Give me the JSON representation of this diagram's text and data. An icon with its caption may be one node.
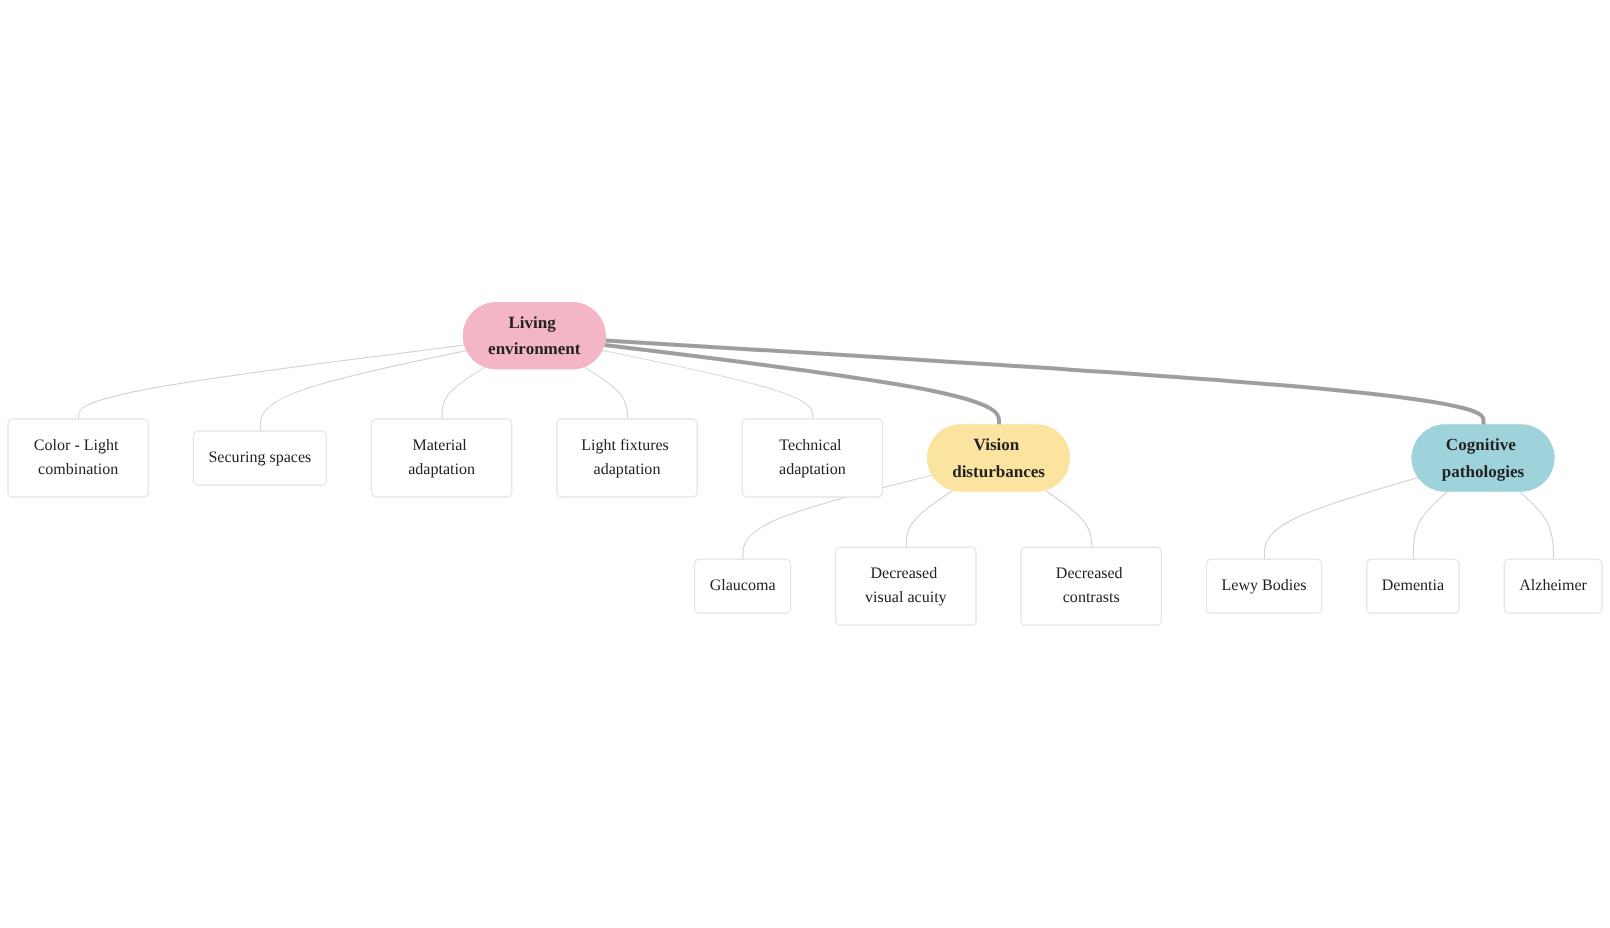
{
  "diagram": {
    "nodes": [
      {
        "text": [
          "Living environment"
        ]
      },
      {
        "text": [
          "Color - Light combination"
        ]
      },
      {
        "text": [
          "Securing spaces"
        ]
      },
      {
        "text": [
          "Material adaptation"
        ]
      },
      {
        "text": [
          "Light fixtures adaptation"
        ]
      },
      {
        "text": [
          "Technical adaptation"
        ]
      },
      {
        "text": [
          "Vision disturbances"
        ]
      },
      {
        "text": [
          "Glaucoma"
        ]
      },
      {
        "text": [
          "Decreased visual acuity"
        ]
      },
      {
        "text": [
          "Decreased contrasts"
        ]
      },
      {
        "text": [
          "Cognitive pathologies"
        ]
      },
      {
        "text": [
          "Lewy Bodies"
        ]
      },
      {
        "text": [
          "Dementia"
        ]
      },
      {
        "text": [
          "Alzheimer"
        ]
      }
    ],
    "edges": [
      {
        "from": 0,
        "to": 1,
        "arrow": "none"
      },
      {
        "from": 0,
        "to": 2,
        "arrow": "none"
      },
      {
        "from": 0,
        "to": 3,
        "arrow": "none"
      },
      {
        "from": 0,
        "to": 4,
        "arrow": "none"
      },
      {
        "from": 0,
        "to": 5,
        "arrow": "none"
      },
      {
        "from": 0,
        "to": 6,
        "arrow": "none",
        "style": "thick",
        "color": "#9e9e9e"
      },
      {
        "from": 0,
        "to": 10,
        "arrow": "none",
        "style": "thick",
        "color": "#9e9e9e"
      },
      {
        "from": 6,
        "to": 7,
        "arrow": "none"
      },
      {
        "from": 6,
        "to": 8,
        "arrow": "none"
      },
      {
        "from": 6,
        "to": 9,
        "arrow": "none"
      },
      {
        "from": 10,
        "to": 11,
        "arrow": "none"
      },
      {
        "from": 10,
        "to": 12,
        "arrow": "none"
      },
      {
        "from": 10,
        "to": 13,
        "arrow": "none"
      }
    ]
  }
}
